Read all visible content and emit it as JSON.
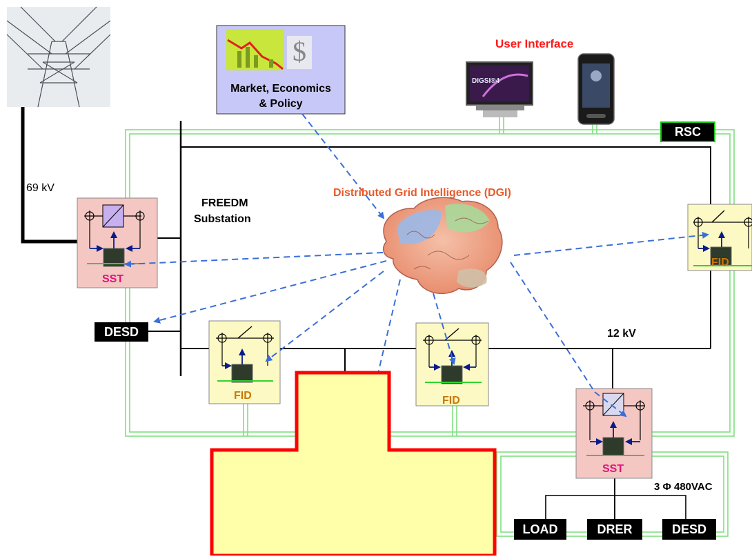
{
  "title": "Distributed Grid Intelligence (DGI)",
  "user_interface_label": "User Interface",
  "market_label_line1": "Market, Economics",
  "market_label_line2": "& Policy",
  "substation_line1": "FREEDM",
  "substation_line2": "Substation",
  "voltage_69": "69 kV",
  "voltage_12": "12 kV",
  "voltage_480": "3 Φ 480VAC",
  "rsc_label": "RSC",
  "sst_label": "SST",
  "fid_label": "FID",
  "desd_label": "DESD",
  "load_label": "LOAD",
  "drer_label": "DRER",
  "monitor_text": "DIGSI®4",
  "colors": {
    "sst_fill": "#f4c7c3",
    "fid_fill": "#fdf9c4",
    "market_fill": "#c8c8f8",
    "comm_line": "#7fe07f",
    "arrow": "#3a6fd8",
    "title_red": "#e85a2a",
    "sst_text": "#e0137a",
    "fid_text": "#c8780a",
    "callout_fill": "#ffffaa",
    "callout_border": "#ff0000"
  }
}
